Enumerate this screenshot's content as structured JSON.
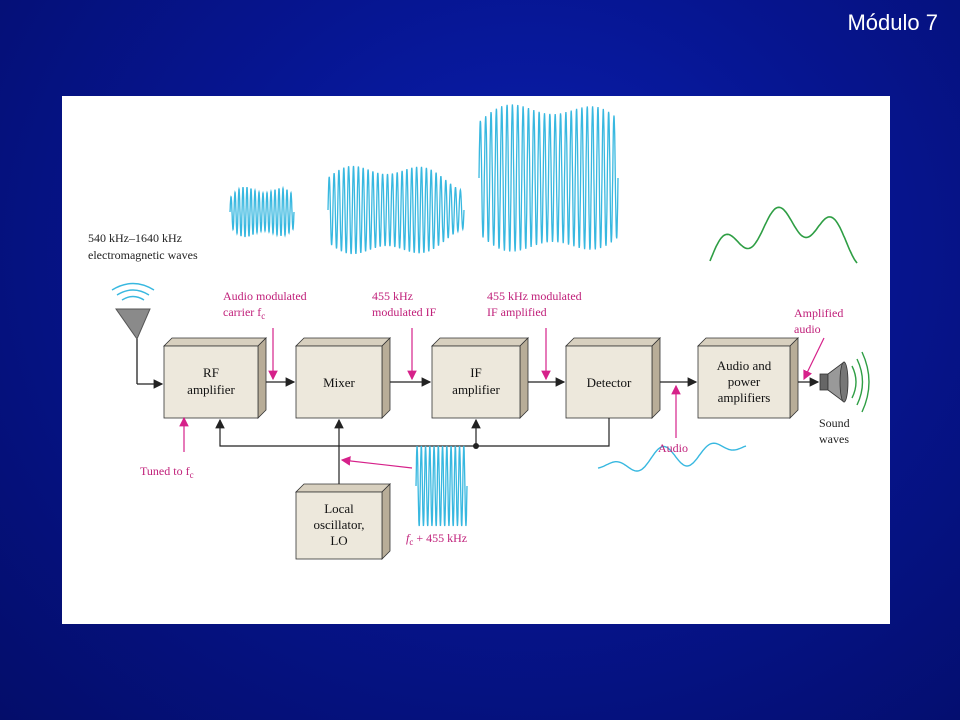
{
  "slide": {
    "title": "Módulo 7"
  },
  "diagram": {
    "antenna_label": [
      "540 kHz–1640 kHz",
      "electromagnetic waves"
    ],
    "blocks": {
      "rf": [
        "RF",
        "amplifier"
      ],
      "mixer": [
        "Mixer"
      ],
      "if": [
        "IF",
        "amplifier"
      ],
      "detector": [
        "Detector"
      ],
      "audio_amp": [
        "Audio and",
        "power",
        "amplifiers"
      ],
      "lo": [
        "Local",
        "oscillator,",
        "LO"
      ]
    },
    "labels": {
      "audio_modulated_carrier": [
        "Audio modulated",
        "carrier f",
        "c"
      ],
      "modulated_if": [
        "455 kHz",
        "modulated IF"
      ],
      "if_amplified": [
        "455 kHz modulated",
        "IF amplified"
      ],
      "amplified_audio": [
        "Amplified",
        "audio"
      ],
      "sound_waves": [
        "Sound",
        "waves"
      ],
      "audio": "Audio",
      "tuned_to": [
        "Tuned to f",
        "c"
      ],
      "lo_freq": [
        "f",
        "c",
        " + 455 kHz"
      ]
    },
    "colors": {
      "waveform": "#38b8e0",
      "pointer": "#d6218a",
      "block_face": "#ede8dc",
      "block_side": "#b8ad98"
    }
  }
}
